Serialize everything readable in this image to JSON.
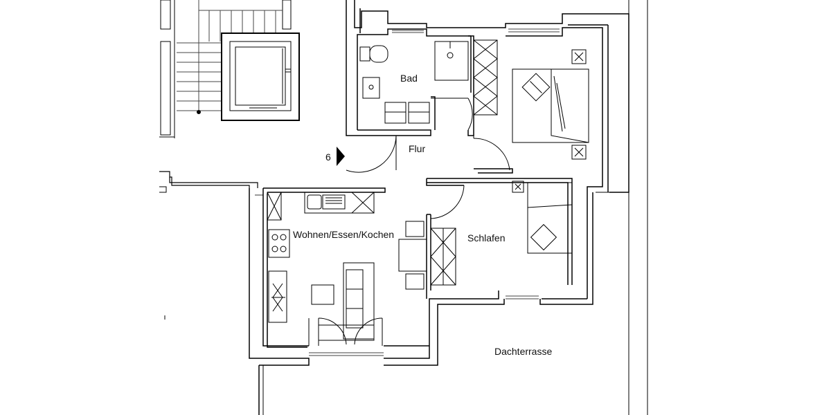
{
  "plan": {
    "rooms": {
      "bad": "Bad",
      "flur": "Flur",
      "wohnen": "Wohnen/Essen/Kochen",
      "schlafen": "Schlafen",
      "dachterrasse": "Dachterrasse"
    },
    "unit_number": "6",
    "wall_color": "#000000",
    "line_color": "#333333"
  }
}
